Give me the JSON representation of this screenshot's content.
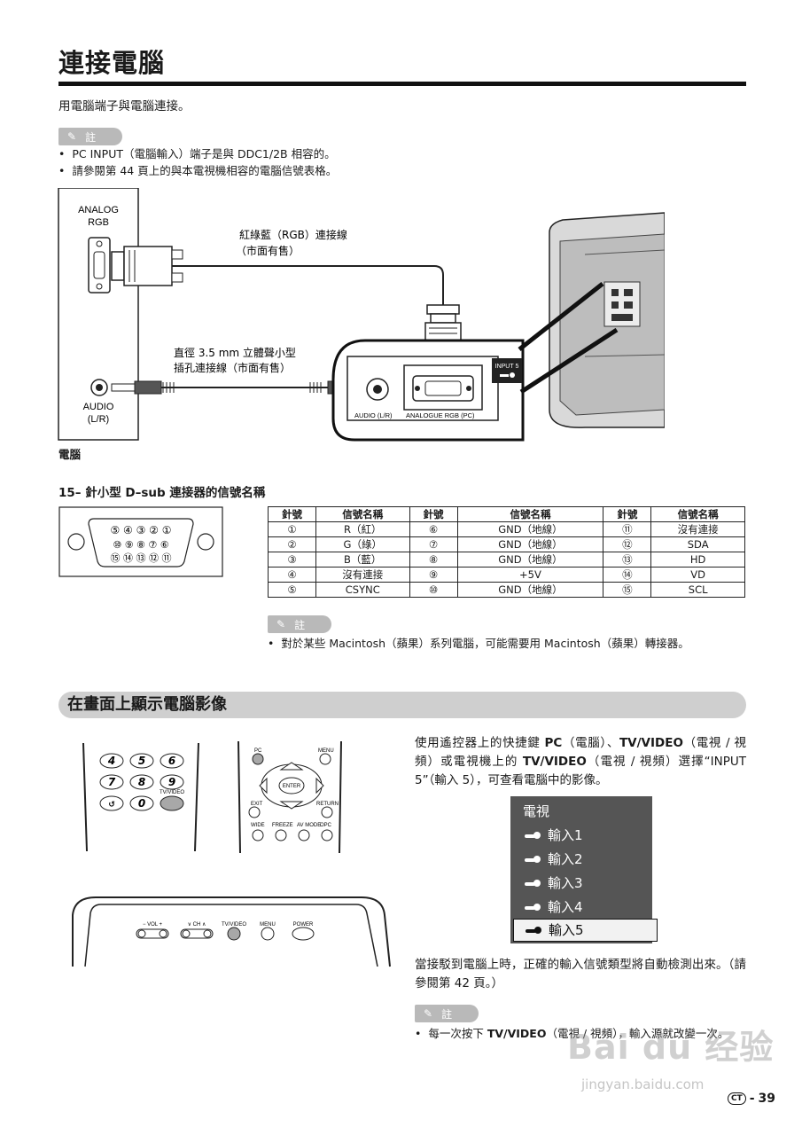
{
  "page": {
    "title": "連接電腦",
    "intro": "用電腦端子與電腦連接。",
    "note_label": "註",
    "notes_top": [
      "PC INPUT（電腦輸入）端子是與 DDC1/2B 相容的。",
      "請參閱第 44 頁上的與本電視機相容的電腦信號表格。"
    ],
    "page_number": "39",
    "page_badge": "CT",
    "watermark": "Bai du 经验",
    "watermark_url": "jingyan.baidu.com"
  },
  "diagram": {
    "computer_label": "電腦",
    "analog_rgb": [
      "ANALOG",
      "RGB"
    ],
    "audio": [
      "AUDIO",
      "(L/R)"
    ],
    "rgb_cable": [
      "紅綠藍（RGB）連接線",
      "（市面有售）"
    ],
    "audio_cable": [
      "直徑 3.5 mm 立體聲小型",
      "插孔連接線（市面有售）"
    ],
    "input5": "INPUT 5",
    "audio_lr": "AUDIO (L/R)",
    "analogue_rgb_pc": "ANALOGUE RGB (PC)"
  },
  "dsub": {
    "heading": "15– 針小型 D–sub 連接器的信號名稱",
    "row1": "⑤ ④ ③ ② ①",
    "row2": "⑩ ⑨ ⑧ ⑦ ⑥",
    "row3": "⑮ ⑭ ⑬ ⑫ ⑪",
    "headers": [
      "針號",
      "信號名稱",
      "針號",
      "信號名稱",
      "針號",
      "信號名稱"
    ],
    "rows": [
      [
        "①",
        "R（紅）",
        "⑥",
        "GND（地線）",
        "⑪",
        "沒有連接"
      ],
      [
        "②",
        "G（綠）",
        "⑦",
        "GND（地線）",
        "⑫",
        "SDA"
      ],
      [
        "③",
        "B（藍）",
        "⑧",
        "GND（地線）",
        "⑬",
        "HD"
      ],
      [
        "④",
        "沒有連接",
        "⑨",
        "+5V",
        "⑭",
        "VD"
      ],
      [
        "⑤",
        "CSYNC",
        "⑩",
        "GND（地線）",
        "⑮",
        "SCL"
      ]
    ],
    "note": "對於某些 Macintosh（蘋果）系列電腦，可能需要用 Macintosh（蘋果）轉接器。"
  },
  "section2": {
    "heading": "在畫面上顯示電腦影像",
    "para_parts": [
      "使用遙控器上的快捷鍵 ",
      "PC",
      "（電腦）、",
      "TV/VIDEO",
      "（電視 / 視頻）或電視機上的 ",
      "TV/VIDEO",
      "（電視 / 視頻）選擇“INPUT 5”（輸入 5），可查看電腦中的影像。"
    ],
    "menu": {
      "head": "電視",
      "items": [
        "輸入1",
        "輸入2",
        "輸入3",
        "輸入4",
        "輸入5"
      ],
      "selected_index": 4
    },
    "para2": "當接駁到電腦上時，正確的輸入信號類型將自動檢測出來。（請參閱第 42 頁。）",
    "note_parts": [
      "每一次按下 ",
      "TV/VIDEO",
      "（電視 / 視頻），輸入源就改變一次。"
    ]
  },
  "remote": {
    "keys": [
      "4",
      "5",
      "6",
      "7",
      "8",
      "9",
      "0"
    ],
    "tv_video": "TV/VIDEO",
    "pc": "PC",
    "menu": "MENU",
    "enter": "ENTER",
    "exit": "EXIT",
    "return": "RETURN",
    "bottom": [
      "WIDE",
      "FREEZE",
      "AV MODE",
      "OPC"
    ]
  },
  "tv_panel": {
    "vol": "− VOL +",
    "ch": "∨ CH ∧",
    "tv_video": "TV/VIDEO",
    "menu": "MENU",
    "power": "POWER"
  }
}
